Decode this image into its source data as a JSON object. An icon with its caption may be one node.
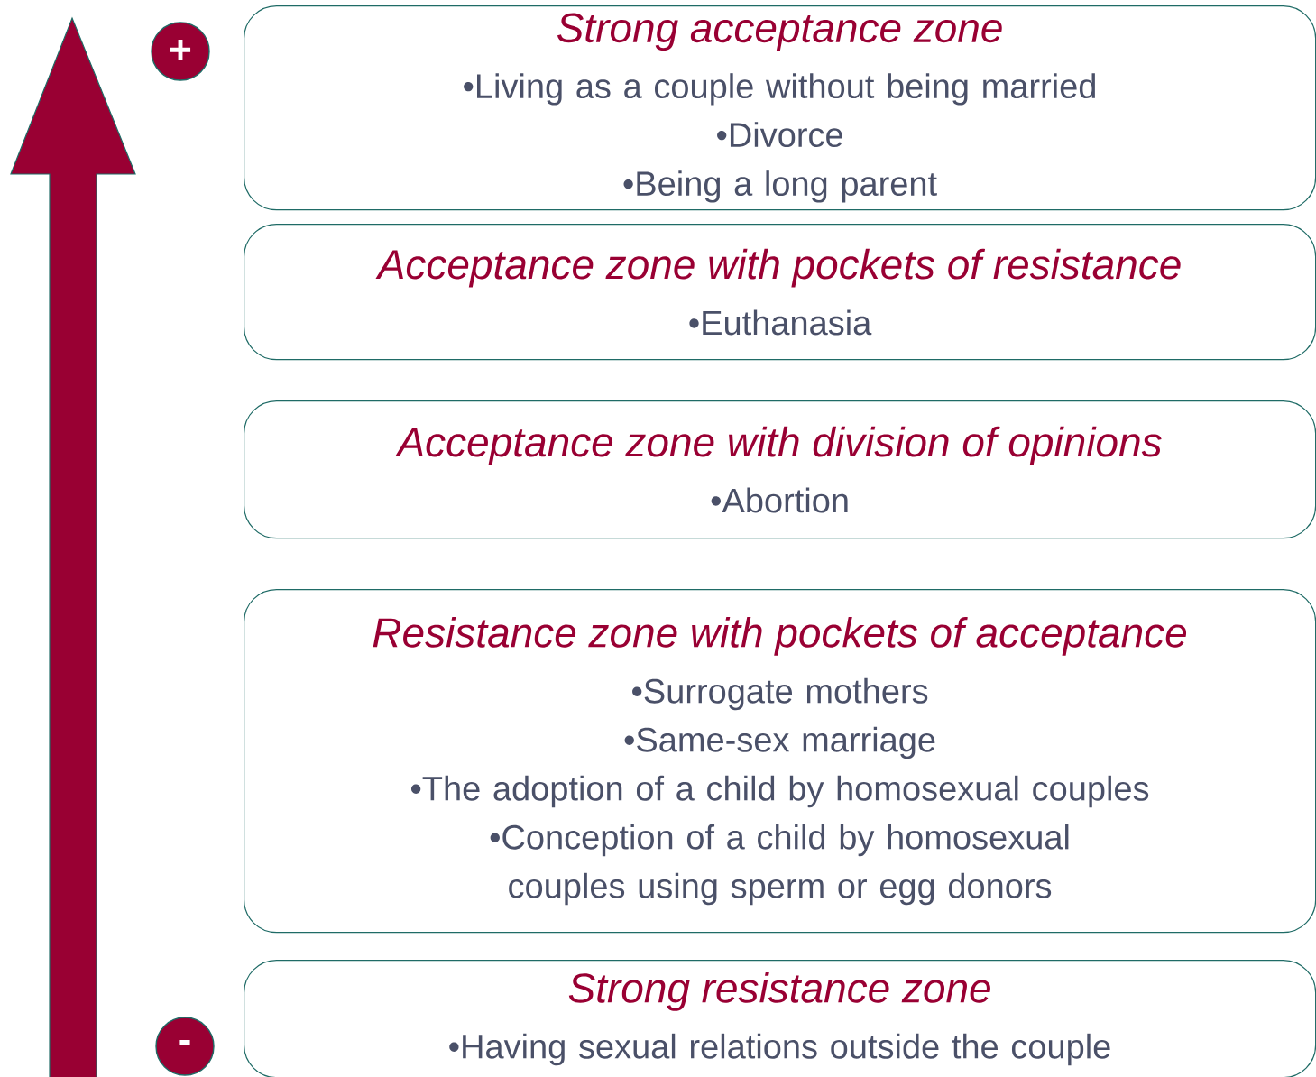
{
  "diagram": {
    "nodes": [
      {
        "text": [
          "+"
        ]
      },
      {
        "text": [
          "Strong acceptance zone",
          "•Living as a couple without being married",
          "•Divorce",
          "•Being a long parent"
        ]
      },
      {
        "text": [
          "Acceptance zone with pockets of resistance",
          "•Euthanasia"
        ]
      },
      {
        "text": [
          "Acceptance zone with division of opinions",
          "•Abortion"
        ]
      },
      {
        "text": [
          "Resistance zone with pockets of acceptance",
          "•Surrogate mothers",
          "•Same-sex marriage",
          "•The adoption of a child by homosexual couples",
          "•Conception of a child by homosexual couples using sperm or egg donors"
        ]
      },
      {
        "text": [
          "Strong resistance zone",
          "•Having sexual relations outside the couple"
        ]
      },
      {
        "text": [
          "-"
        ]
      }
    ]
  }
}
